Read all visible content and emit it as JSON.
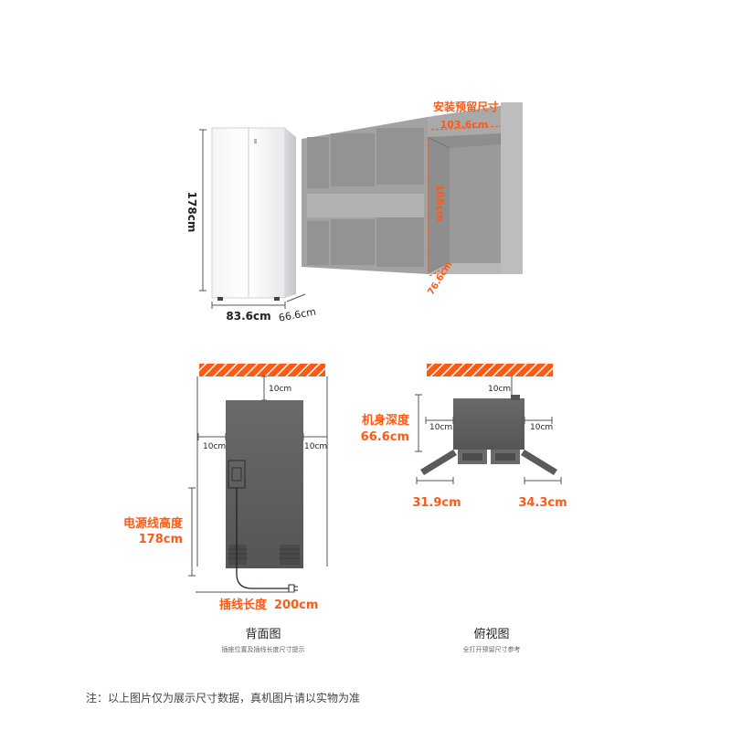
{
  "top": {
    "fridge_height": "178cm",
    "fridge_width": "83.6cm",
    "fridge_depth": "66.6cm",
    "install_title": "安装预留尺寸",
    "niche_width": "103.6cm",
    "niche_height": "188cm",
    "niche_depth": "76.6cm"
  },
  "back_view": {
    "top_gap": "10cm",
    "left_gap": "10cm",
    "right_gap": "10cm",
    "cord_height_label": "电源线高度",
    "cord_height_value": "178cm",
    "cord_length_label": "插线长度",
    "cord_length_value": "200cm",
    "caption": "背面图",
    "subcaption": "插座位置及插线长度尺寸提示"
  },
  "top_view": {
    "top_gap": "10cm",
    "left_gap": "10cm",
    "right_gap": "10cm",
    "depth_label": "机身深度",
    "depth_value": "66.6cm",
    "left_door": "31.9cm",
    "right_door": "34.3cm",
    "caption": "俯视图",
    "subcaption": "全打开预留尺寸参考"
  },
  "note": "注：以上图片仅为展示尺寸数据，真机图片请以实物为准",
  "colors": {
    "accent": "#ff5a14",
    "cabinet": "#9a9a9a",
    "fridge_body": "#5f5f5f",
    "line": "#555555"
  }
}
